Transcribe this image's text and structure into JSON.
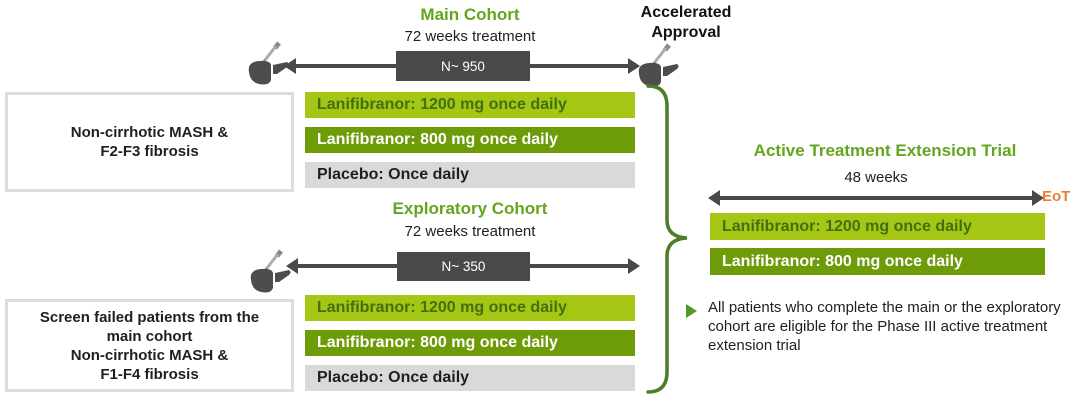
{
  "colors": {
    "heading_green": "#63a51d",
    "bar_light_green": "#a5c614",
    "bar_light_text": "#42700d",
    "bar_dark_green": "#6e9b08",
    "bar_gray": "#d9d9d9",
    "arrow_dark_gray": "#494949",
    "brace_green": "#4e7d26",
    "eot_orange": "#ed7d31"
  },
  "main_cohort": {
    "title": "Main Cohort",
    "duration_label": "72 weeks treatment",
    "n_label": "N~ 950",
    "population_lines": [
      "Non-cirrhotic MASH &",
      "F2-F3 fibrosis"
    ],
    "arms": [
      {
        "label": "Lanifibranor: 1200 mg once daily"
      },
      {
        "label": "Lanifibranor: 800 mg once daily"
      },
      {
        "label": "Placebo: Once daily"
      }
    ]
  },
  "accelerated_approval": {
    "line1": "Accelerated",
    "line2": "Approval"
  },
  "exploratory_cohort": {
    "title": "Exploratory Cohort",
    "duration_label": "72 weeks treatment",
    "n_label": "N~ 350",
    "population_lines": [
      "Screen failed patients from the",
      "main cohort",
      "Non-cirrhotic MASH &",
      "F1-F4 fibrosis"
    ],
    "arms": [
      {
        "label": "Lanifibranor: 1200 mg once daily"
      },
      {
        "label": "Lanifibranor: 800 mg once daily"
      },
      {
        "label": "Placebo: Once daily"
      }
    ]
  },
  "extension_trial": {
    "title": "Active Treatment Extension Trial",
    "duration_label": "48 weeks",
    "eot_label": "EoT",
    "arms": [
      {
        "label": "Lanifibranor: 1200 mg once daily"
      },
      {
        "label": "Lanifibranor: 800 mg once daily"
      }
    ],
    "note": "All patients who complete the main or the exploratory cohort are eligible for the Phase III active treatment extension trial"
  },
  "icons": {
    "liver_biopsy": "liver-biopsy-icon",
    "note_bullet": "triangle-bullet-icon"
  }
}
